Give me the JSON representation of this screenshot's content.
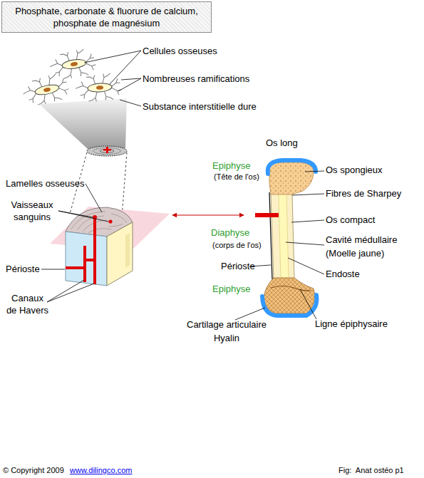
{
  "diagram": {
    "caption": "Fig:  Anat ostéo p1",
    "nodes": [
      {
        "text": [
          "Phosphate, carbonate & fluorure de calcium, phosphate de magnésium"
        ]
      }
    ],
    "labels": [
      "Cellules osseuses",
      "Nombreuses ramifications",
      "Substance interstitielle dure",
      "Lamelles osseuses",
      "Vaisseaux sanguins",
      "Périoste",
      "Canaux de Havers",
      "Os long",
      "Epiphyse",
      "(Tête de l'os)",
      "Diaphyse",
      "(corps de l'os)",
      "Périoste",
      "Epiphyse",
      "Cartilage articulaire Hyalin",
      "Os spongieux",
      "Fibres de Sharpey",
      "Os compact",
      "Cavité médullaire (Moelle jaune)",
      "Endoste",
      "Ligne épiphysaire",
      "© Copyright 2009",
      "www.dilingco.com"
    ]
  }
}
